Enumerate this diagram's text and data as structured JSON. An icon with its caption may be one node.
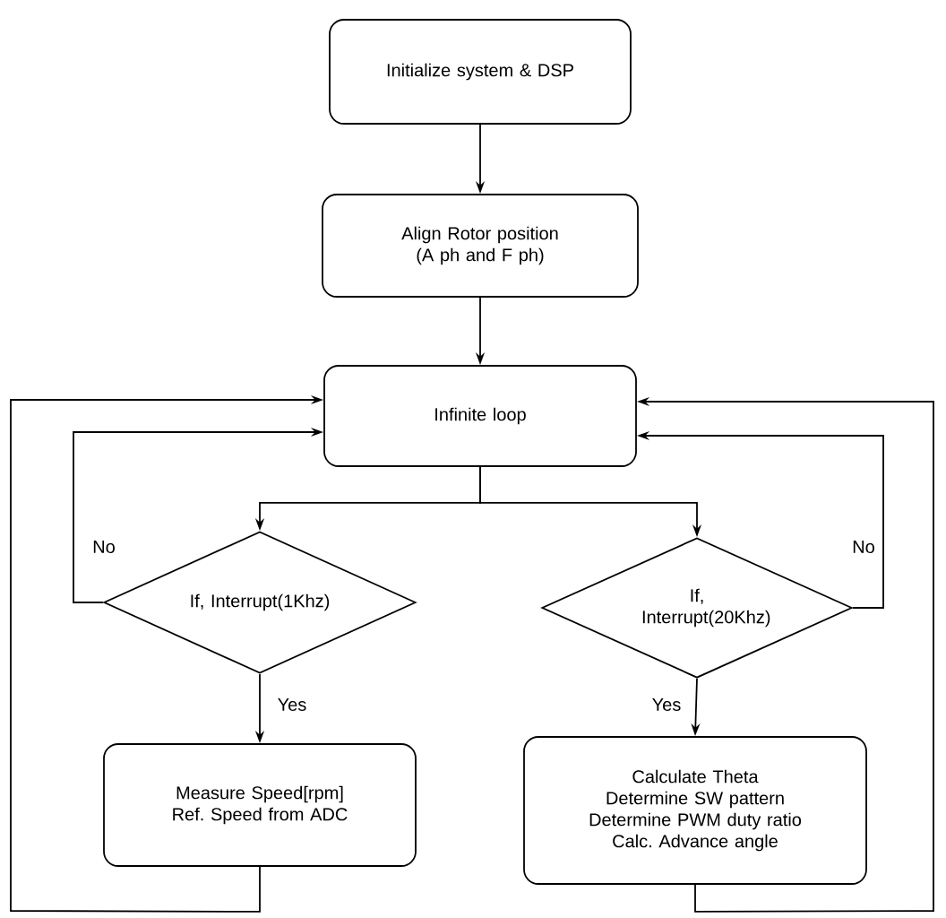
{
  "diagram": {
    "nodes": [
      {
        "text": [
          "Initialize system & DSP"
        ]
      },
      {
        "text": [
          "Align Rotor position (A ph and F ph)"
        ]
      },
      {
        "text": [
          "Infinite loop"
        ]
      },
      {
        "text": [
          "If, Interrupt(1Khz)"
        ]
      },
      {
        "text": [
          "If, Interrupt(20Khz)"
        ]
      },
      {
        "text": [
          "Measure Speed[rpm]",
          "Ref. Speed from ADC"
        ]
      },
      {
        "text": [
          "Calculate Theta",
          "Determine SW pattern",
          "Determine PWM duty ratio",
          "Calc. Advance angle"
        ]
      }
    ],
    "edges": [
      {
        "from": 0,
        "to": 1,
        "arrow": "to"
      },
      {
        "from": 1,
        "to": 2,
        "arrow": "to"
      },
      {
        "from": 2,
        "to": 3,
        "arrow": "to"
      },
      {
        "from": 2,
        "to": 4,
        "arrow": "to"
      },
      {
        "from": 3,
        "to": 2,
        "arrow": "to",
        "label": "No"
      },
      {
        "from": 4,
        "to": 2,
        "arrow": "to",
        "label": "No"
      },
      {
        "from": 3,
        "to": 5,
        "arrow": "to",
        "label": "Yes"
      },
      {
        "from": 4,
        "to": 6,
        "arrow": "to",
        "label": "Yes"
      },
      {
        "from": 5,
        "to": 2,
        "arrow": "to"
      },
      {
        "from": 6,
        "to": 2,
        "arrow": "to"
      }
    ]
  }
}
